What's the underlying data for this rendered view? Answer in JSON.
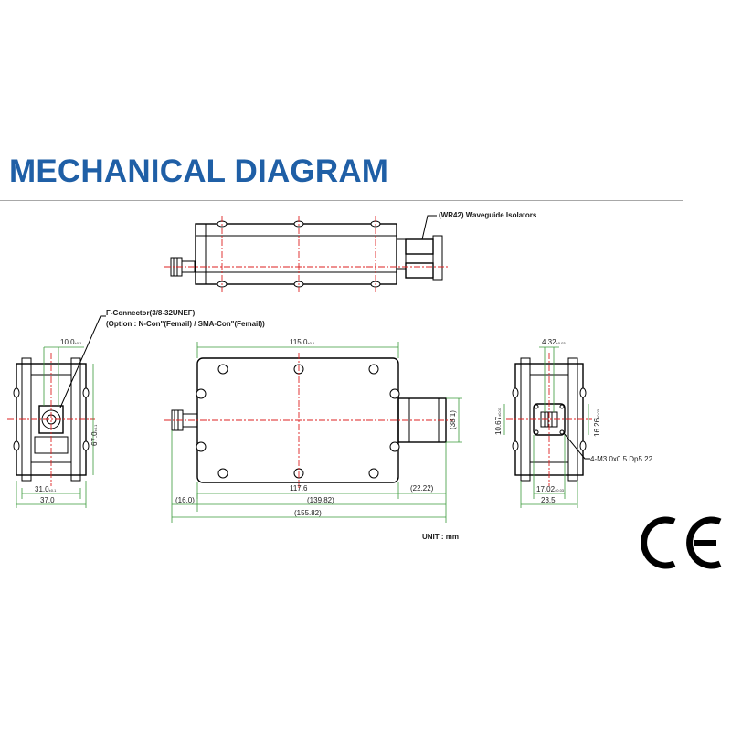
{
  "header": {
    "title": "MECHANICAL DIAGRAM"
  },
  "top_view": {
    "callout": "(WR42) Waveguide Isolators"
  },
  "left_view": {
    "connector_note": "F-Connector(3/8-32UNEF)",
    "option_note": "(Option : N-Con\"(Femail) / SMA-Con\"(Femail))",
    "dims": {
      "connector_width": "10.0",
      "connector_width_tol": "±0.1",
      "height": "67.0",
      "height_tol": "±0.1",
      "base_inner": "31.0",
      "base_inner_tol": "±0.1",
      "base_outer": "37.0"
    }
  },
  "main_view": {
    "dims": {
      "body_width": "115.0",
      "body_width_tol": "±0.1",
      "hole_span": "117.6",
      "flange_height": "(38.1)",
      "flange_length": "(22.22)",
      "connector_length": "(16.0)",
      "total_body": "(139.82)",
      "overall": "(155.82)"
    },
    "unit": "UNIT : mm"
  },
  "right_view": {
    "dims": {
      "top_width": "4.32",
      "top_width_tol": "±0.03",
      "inner_height": "10.67",
      "inner_height_tol": "±0.03",
      "outer_height": "16.26",
      "outer_height_tol": "±0.03",
      "bolt_note": "4-M3.0x0.5 Dp5.22",
      "flange_width": "17.02",
      "flange_width_tol": "±0.03",
      "base_width": "23.5"
    }
  },
  "badge": {
    "mark": "CE"
  },
  "colors": {
    "title": "#1f5fa6",
    "centerline": "#dd2222",
    "dimension": "#3a9a3a",
    "outline": "#000000"
  }
}
